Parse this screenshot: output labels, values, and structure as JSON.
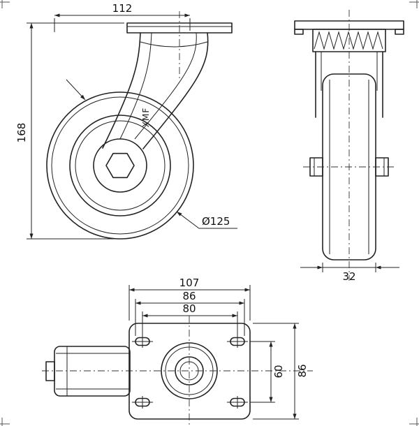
{
  "drawing": {
    "front_view": {
      "width_dim": "112",
      "height_dim": "168",
      "wheel_diameter_dim": "Ø125",
      "logo": "XMF"
    },
    "side_view": {
      "width_dim": "32"
    },
    "plan_view": {
      "plate_width_dim": "107",
      "bolt_slot_outer_dim": "86",
      "bolt_slot_inner_dim": "80",
      "bolt_vertical_dim": "60",
      "plate_depth_dim": "86"
    },
    "colors": {
      "line": "#222222",
      "background": "#ffffff"
    }
  }
}
